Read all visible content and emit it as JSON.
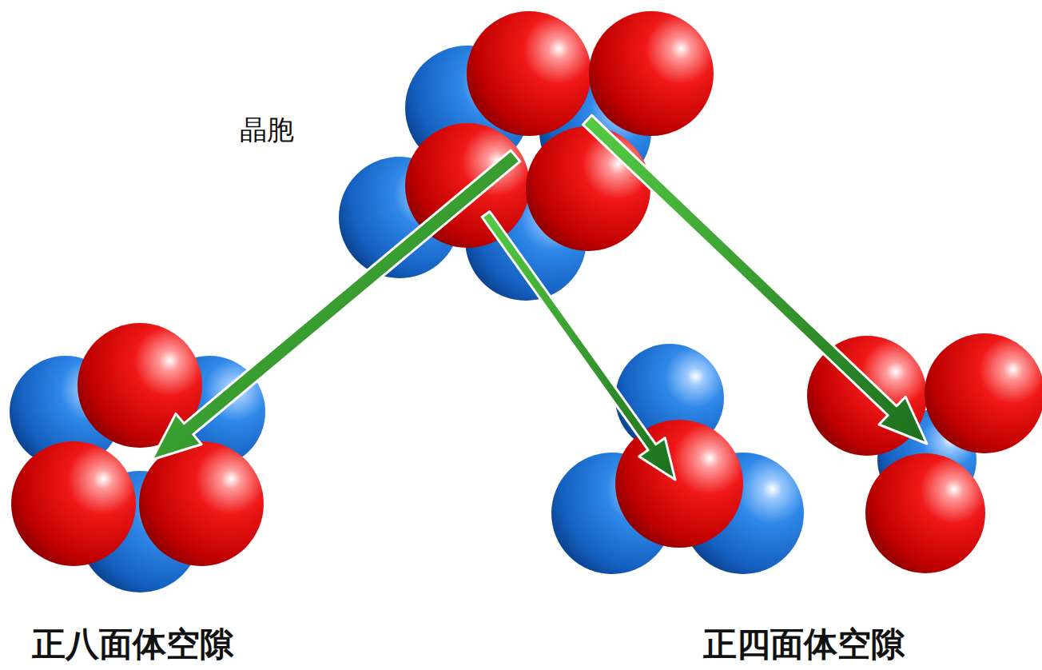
{
  "diagram": {
    "labels": [
      "晶胞",
      "正八面体空隙",
      "正四面体空隙"
    ]
  }
}
